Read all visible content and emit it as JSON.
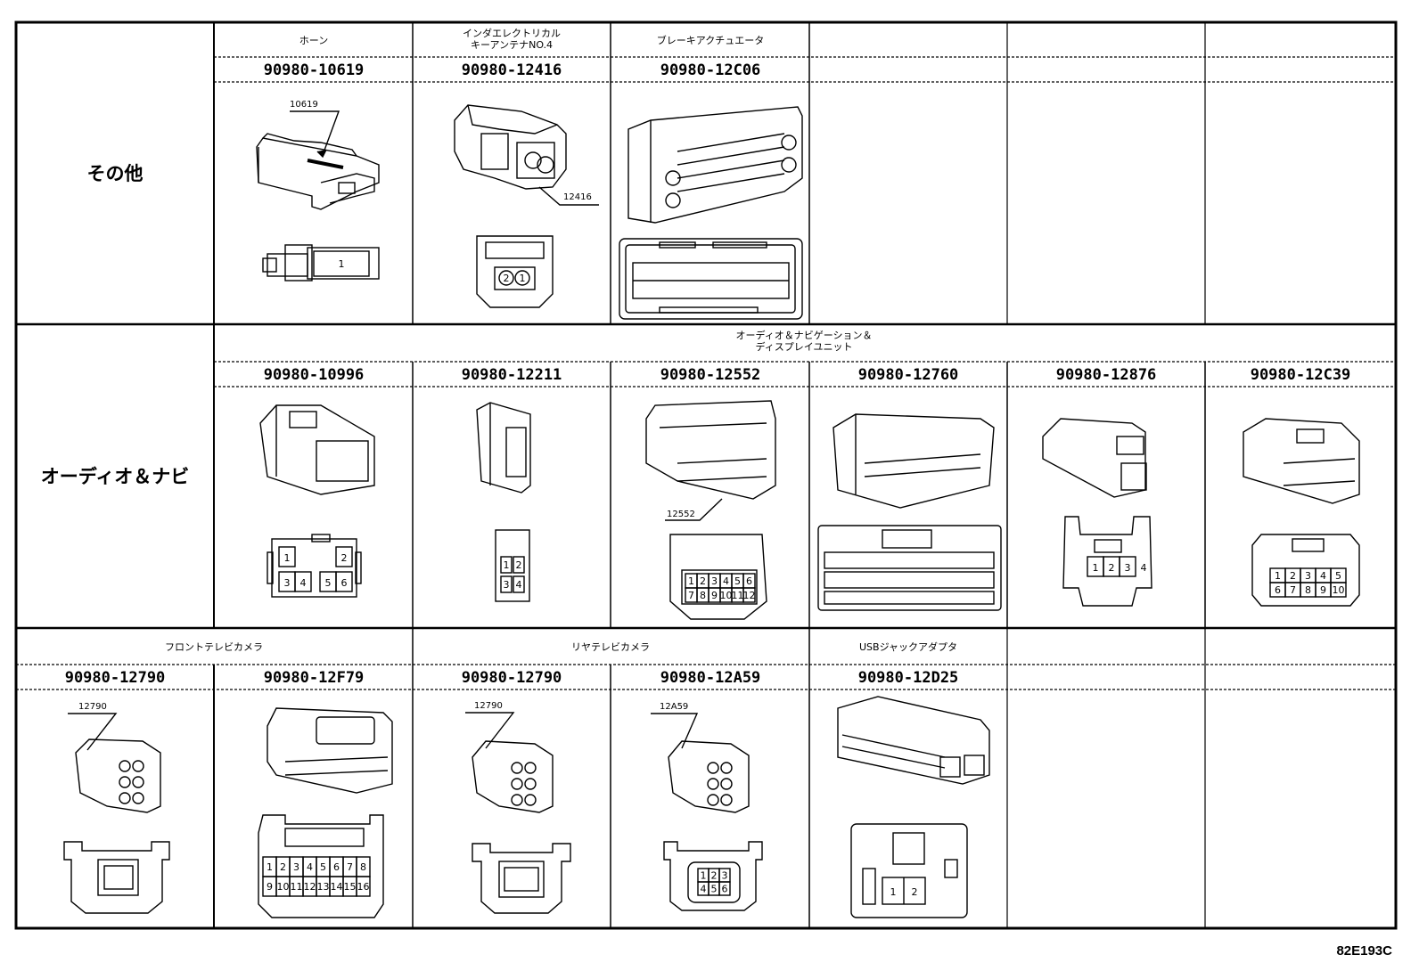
{
  "sections": [
    {
      "category": "その他",
      "columns": [
        {
          "label": "ホーン",
          "part_number": "90980-10619",
          "callout": "10619",
          "pins": [
            "1"
          ]
        },
        {
          "label": "インダエレクトリカル\nキーアンテナNO.4",
          "part_number": "90980-12416",
          "callout": "12416",
          "pins": [
            "2",
            "1"
          ]
        },
        {
          "label": "ブレーキアクチュエータ",
          "part_number": "90980-12C06",
          "callout": "",
          "pins": []
        },
        {
          "label": "",
          "part_number": "",
          "callout": "",
          "pins": []
        },
        {
          "label": "",
          "part_number": "",
          "callout": "",
          "pins": []
        },
        {
          "label": "",
          "part_number": "",
          "callout": "",
          "pins": []
        }
      ]
    },
    {
      "category": "オーディオ＆ナビ",
      "group_label": "オーディオ＆ナビゲーション＆\nディスプレイユニット",
      "columns": [
        {
          "part_number": "90980-10996",
          "callout": "",
          "pins": [
            "1",
            "2",
            "3",
            "4",
            "5",
            "6"
          ]
        },
        {
          "part_number": "90980-12211",
          "callout": "",
          "pins": [
            "1",
            "2",
            "3",
            "4"
          ]
        },
        {
          "part_number": "90980-12552",
          "callout": "12552",
          "pins": [
            "1",
            "2",
            "3",
            "4",
            "5",
            "6",
            "7",
            "8",
            "9",
            "10",
            "11",
            "12"
          ]
        },
        {
          "part_number": "90980-12760",
          "callout": "",
          "pins": []
        },
        {
          "part_number": "90980-12876",
          "callout": "",
          "pins": [
            "1",
            "2",
            "3",
            "4"
          ]
        },
        {
          "part_number": "90980-12C39",
          "callout": "",
          "pins": [
            "1",
            "2",
            "3",
            "4",
            "5",
            "6",
            "7",
            "8",
            "9",
            "10"
          ]
        }
      ]
    },
    {
      "groups": [
        {
          "label": "フロントテレビカメラ"
        },
        {
          "label": "リヤテレビカメラ"
        },
        {
          "label": "USBジャックアダプタ"
        },
        {
          "label": ""
        },
        {
          "label": ""
        }
      ],
      "columns": [
        {
          "part_number": "90980-12790",
          "callout": "12790",
          "pins": []
        },
        {
          "part_number": "90980-12F79",
          "callout": "",
          "pins": [
            "1",
            "2",
            "3",
            "4",
            "5",
            "6",
            "7",
            "8",
            "9",
            "10",
            "11",
            "12",
            "13",
            "14",
            "15",
            "16"
          ]
        },
        {
          "part_number": "90980-12790",
          "callout": "12790",
          "pins": []
        },
        {
          "part_number": "90980-12A59",
          "callout": "12A59",
          "pins": [
            "1",
            "2",
            "3",
            "4",
            "5",
            "6"
          ]
        },
        {
          "part_number": "90980-12D25",
          "callout": "",
          "pins": [
            "1",
            "2"
          ]
        },
        {
          "part_number": "",
          "callout": "",
          "pins": []
        },
        {
          "part_number": "",
          "callout": "",
          "pins": []
        }
      ]
    }
  ],
  "figure_id": "82E193C"
}
